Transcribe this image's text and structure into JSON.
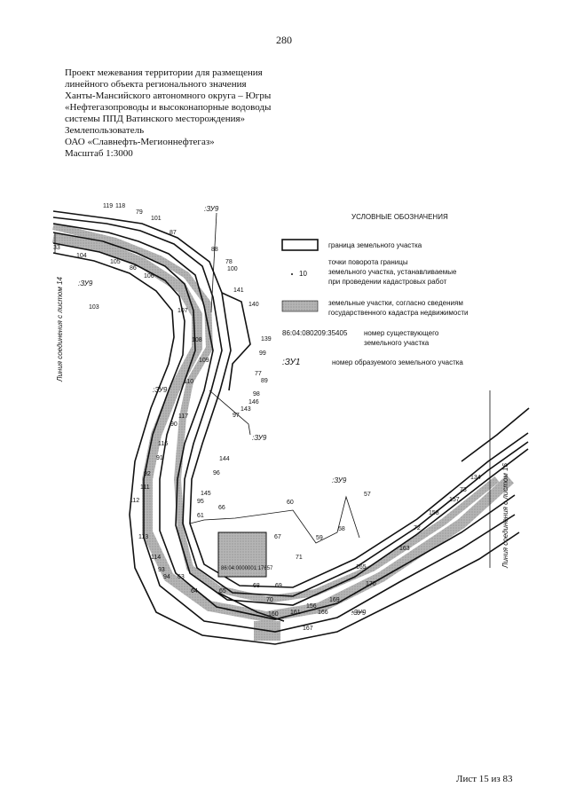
{
  "page_number": "280",
  "header": {
    "lines": [
      "Проект межевания территории для размещения",
      "линейного объекта регионального значения",
      "Ханты-Мансийского автономного округа – Югры",
      "«Нефтегазопроводы и высоконапорные водоводы",
      "системы ППД Ватинского месторождения»",
      "Землепользователь",
      "ОАО «Славнефть-Мегионнефтегаз»",
      "Масштаб 1:3000"
    ]
  },
  "legend": {
    "title": "УСЛОВНЫЕ ОБОЗНАЧЕНИЯ",
    "boundary": "граница земельного участка",
    "point_sample": "10",
    "point_lines": [
      "точки поворота границы",
      "земельного участка, устанавливаемые",
      "при проведении кадастровых работ"
    ],
    "cadastral_lines": [
      "земельные участки, согласно сведениям",
      "государственного кадастра недвижимости"
    ],
    "existing_sample": "86:04:080209:35405",
    "existing_lines": [
      "номер существующего",
      "земельного участка"
    ],
    "new_sample": ":ЗУ1",
    "new_text": "номер образуемого земельного участка"
  },
  "sheet_links": {
    "left": "Линия соединения с листом 14",
    "right": "Линия соединения с листом 16"
  },
  "parcel_labels": [
    ":ЗУ9",
    ":ЗУ9",
    ":ЗУ9",
    ":ЗУ9",
    ":ЗУ9",
    ":ЗУ9"
  ],
  "existing_parcel": "86:04:0000001:17657",
  "points": [
    "119",
    "118",
    "79",
    "101",
    "87",
    "88",
    "78",
    "100",
    "141",
    "140",
    "139",
    "99",
    "77",
    "89",
    "98",
    "146",
    "143",
    "97",
    "105",
    "86",
    "106",
    "107",
    "108",
    "109",
    "110",
    "117",
    "90",
    "116",
    "91",
    "92",
    "111",
    "112",
    "113",
    "114",
    "93",
    "94",
    "63",
    "64",
    "65",
    "68",
    "69",
    "70",
    "71",
    "144",
    "96",
    "145",
    "95",
    "61",
    "66",
    "67",
    "60",
    "59",
    "58",
    "57",
    "103",
    "104",
    "33",
    "156",
    "160",
    "161",
    "166",
    "167",
    "165",
    "169",
    "170",
    "163",
    "72",
    "158",
    "157",
    "73",
    "134"
  ],
  "footer": "Лист 15 из 83",
  "colors": {
    "hatch": "#b5b5b5",
    "line": "#111111"
  }
}
